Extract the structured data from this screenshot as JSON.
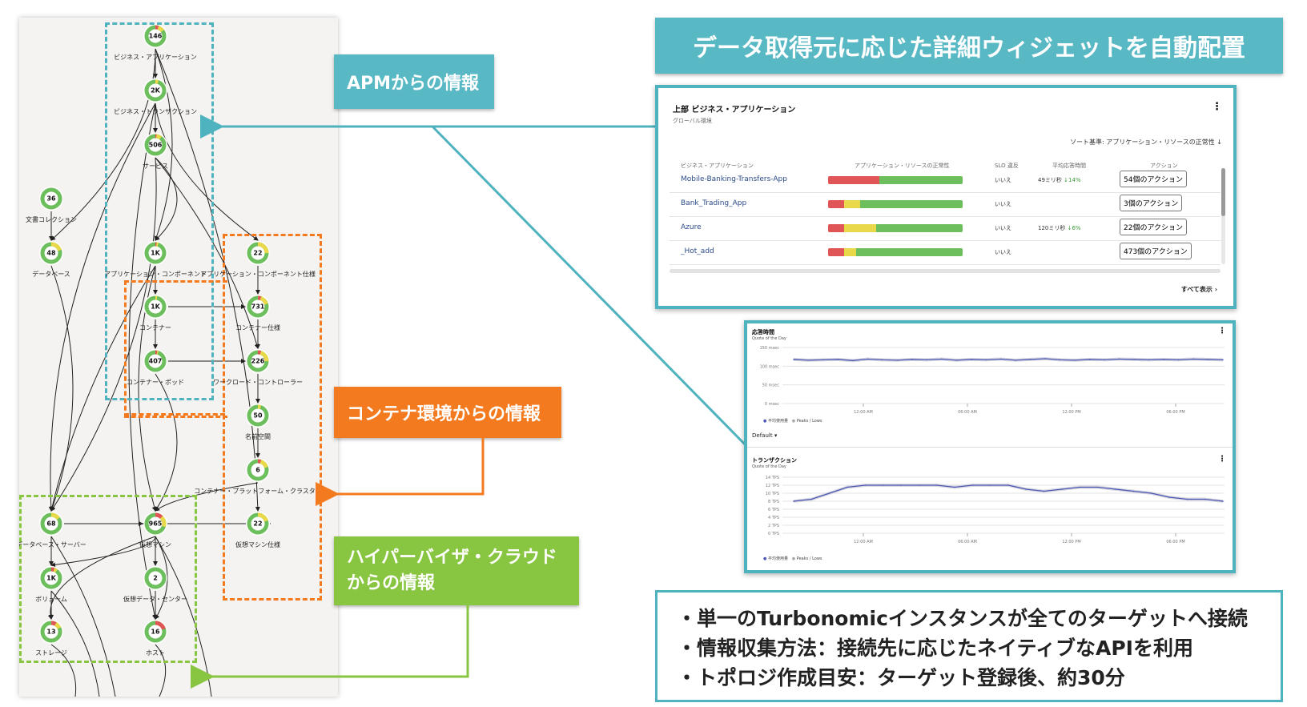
{
  "banner": {
    "title": "データ取得元に応じた詳細ウィジェットを自動配置"
  },
  "callouts": {
    "apm": "APMからの情報",
    "container": "コンテナ環境からの情報",
    "hyper_line1": "ハイパーバイザ・クラウド",
    "hyper_line2": "からの情報"
  },
  "colors": {
    "teal": "#4fb3bf",
    "orange": "#f47a20",
    "green": "#88c540"
  },
  "topology": {
    "nodes": [
      {
        "id": "biz-app",
        "value": "146",
        "label": "ビジネス・アプリケーション"
      },
      {
        "id": "biz-txn",
        "value": "2K",
        "label": "ビジネス・トランザクション"
      },
      {
        "id": "service",
        "value": "506",
        "label": "サービス"
      },
      {
        "id": "app-comp",
        "value": "1K",
        "label": "アプリケーション・コンポーネント"
      },
      {
        "id": "app-comp-spec",
        "value": "22",
        "label": "アプリケーション・コンポーネント仕様"
      },
      {
        "id": "doc-coll",
        "value": "36",
        "label": "文書コレクション"
      },
      {
        "id": "database",
        "value": "48",
        "label": "データベース"
      },
      {
        "id": "container",
        "value": "1K",
        "label": "コンテナー"
      },
      {
        "id": "container-spec",
        "value": "731",
        "label": "コンテナー仕様"
      },
      {
        "id": "pod",
        "value": "407",
        "label": "コンテナー・ポッド"
      },
      {
        "id": "workload-ctrl",
        "value": "226",
        "label": "ワークロード・コントローラー"
      },
      {
        "id": "namespace",
        "value": "50",
        "label": "名前空間"
      },
      {
        "id": "cluster",
        "value": "6",
        "label": "コンテナー・プラットフォーム・クラスター"
      },
      {
        "id": "db-server",
        "value": "68",
        "label": "データベース・サーバー"
      },
      {
        "id": "vm",
        "value": "965",
        "label": "仮想マシン"
      },
      {
        "id": "vm-spec",
        "value": "22",
        "label": "仮想マシン仕様"
      },
      {
        "id": "volume",
        "value": "1K",
        "label": "ボリューム"
      },
      {
        "id": "vdc",
        "value": "2",
        "label": "仮想データ・センター"
      },
      {
        "id": "storage",
        "value": "13",
        "label": "ストレージ"
      },
      {
        "id": "host",
        "value": "16",
        "label": "ホスト"
      }
    ]
  },
  "apps_widget": {
    "title": "上部 ビジネス・アプリケーション",
    "subtitle": "グローバル環境",
    "sort_label": "ソート基準: アプリケーション・リソースの正常性",
    "columns": [
      "ビジネス・アプリケーション",
      "アプリケーション・リソースの正常性",
      "SLO 違反",
      "平均応答時間",
      "アクション"
    ],
    "rows": [
      {
        "name": "Mobile-Banking-Transfers-App",
        "health": {
          "red": 0.38,
          "yellow": 0.0,
          "green": 0.62
        },
        "slo": "いいえ",
        "resp": "49ミリ秒",
        "delta": "14%",
        "action": "54個のアクション"
      },
      {
        "name": "Bank_Trading_App",
        "health": {
          "red": 0.12,
          "yellow": 0.12,
          "green": 0.76
        },
        "slo": "いいえ",
        "resp": "",
        "delta": "",
        "action": "3個のアクション"
      },
      {
        "name": "Azure",
        "health": {
          "red": 0.12,
          "yellow": 0.24,
          "green": 0.64
        },
        "slo": "いいえ",
        "resp": "120ミリ秒",
        "delta": "6%",
        "action": "22個のアクション"
      },
      {
        "name": "_Hot_add",
        "health": {
          "red": 0.12,
          "yellow": 0.09,
          "green": 0.79
        },
        "slo": "いいえ",
        "resp": "",
        "delta": "",
        "action": "473個のアクション"
      }
    ],
    "show_all": "すべて表示"
  },
  "charts_widget": {
    "resp_title": "応答時間",
    "resp_sub": "Quote of the Day",
    "resp_ticks": [
      "150 msec",
      "100 msec",
      "50 msec",
      "0 msec"
    ],
    "x_ticks": [
      "12:00 AM",
      "06:00 AM",
      "12:00 PM",
      "06:00 PM"
    ],
    "legend_avg": "平均使用量",
    "legend_peaks": "Peaks / Lows",
    "dropdown": "Default",
    "txn_title": "トランザクション",
    "txn_sub": "Quote of the Day",
    "txn_ticks": [
      "14 TPS",
      "12 TPS",
      "10 TPS",
      "8 TPS",
      "6 TPS",
      "4 TPS",
      "2 TPS",
      "0 TPS"
    ]
  },
  "chart_data": [
    {
      "type": "line",
      "title": "応答時間",
      "ylim": [
        0,
        150
      ],
      "x": [
        "12:00 AM",
        "06:00 AM",
        "12:00 PM",
        "06:00 PM"
      ],
      "series": [
        {
          "name": "平均使用量",
          "values": [
            118,
            116,
            117,
            118,
            115,
            119,
            117,
            116,
            118,
            117,
            119,
            116,
            118,
            117,
            119,
            116,
            118,
            120,
            117,
            116,
            118,
            117,
            119,
            118,
            117,
            118,
            117,
            119,
            118,
            117
          ]
        }
      ]
    },
    {
      "type": "line",
      "title": "トランザクション",
      "ylim": [
        0,
        14
      ],
      "x": [
        "12:00 AM",
        "06:00 AM",
        "12:00 PM",
        "06:00 PM"
      ],
      "series": [
        {
          "name": "平均使用量",
          "values": [
            8,
            8.5,
            10,
            11.5,
            12,
            12,
            12,
            12,
            12,
            11.5,
            12,
            12,
            12,
            11,
            10.5,
            11,
            11.5,
            11.5,
            11,
            10.5,
            10,
            9,
            8.5,
            8.5,
            8
          ]
        }
      ]
    }
  ],
  "notes": [
    "・単一のTurbonomicインスタンスが全てのターゲットへ接続",
    "・情報収集方法：接続先に応じたネイティブなAPIを利用",
    "・トポロジ作成目安：ターゲット登録後、約30分"
  ]
}
